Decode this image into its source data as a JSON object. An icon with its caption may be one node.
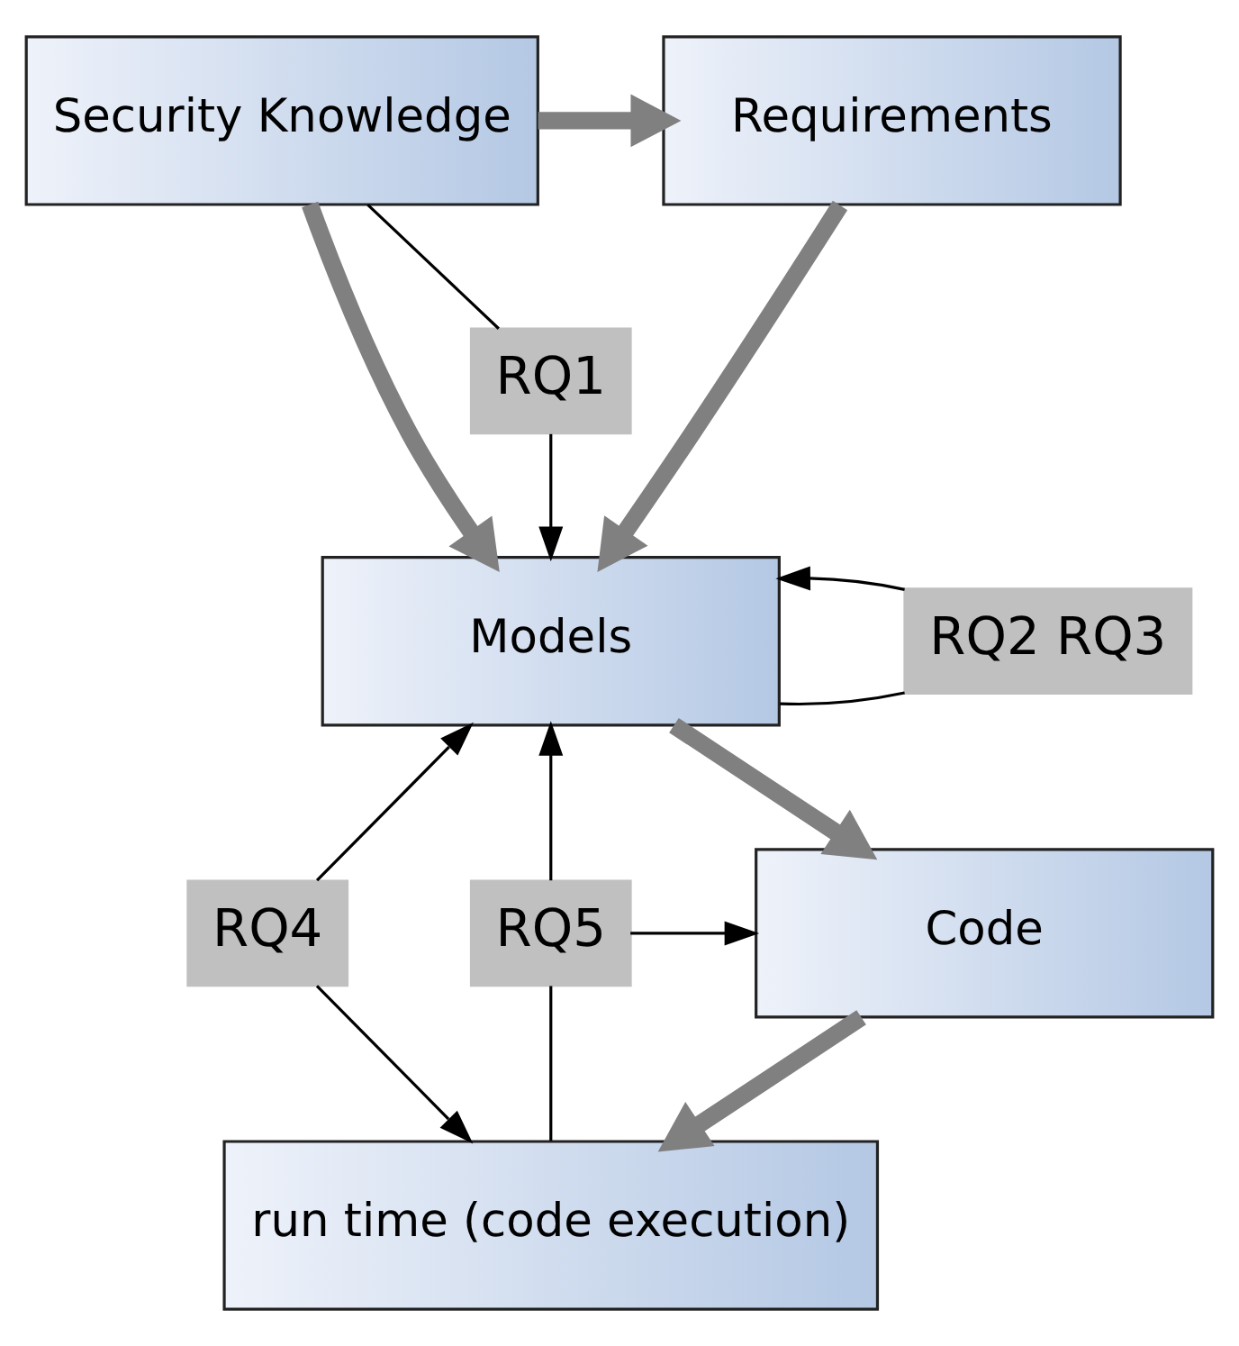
{
  "diagram": {
    "nodes": [
      {
        "text": [
          "Requirements"
        ]
      },
      {
        "text": [
          "Security Knowledge"
        ]
      },
      {
        "text": [
          "Models"
        ]
      },
      {
        "text": [
          "Code"
        ]
      },
      {
        "text": [
          "run time (code execution)"
        ]
      },
      {
        "text": [
          "RQ1"
        ]
      },
      {
        "text": [
          "RQ2 RQ3"
        ]
      },
      {
        "text": [
          "RQ4"
        ]
      },
      {
        "text": [
          "RQ5"
        ]
      }
    ],
    "edges": [
      {
        "from": 1,
        "to": 0,
        "arrow": "to",
        "style": "thick",
        "color": "#808080"
      },
      {
        "from": 1,
        "to": 2,
        "arrow": "to",
        "style": "thick",
        "color": "#808080"
      },
      {
        "from": 0,
        "to": 2,
        "arrow": "to",
        "style": "thick",
        "color": "#808080"
      },
      {
        "from": 2,
        "to": 3,
        "arrow": "to",
        "style": "thick",
        "color": "#808080"
      },
      {
        "from": 3,
        "to": 4,
        "arrow": "to",
        "style": "thick",
        "color": "#808080"
      },
      {
        "from": 1,
        "to": 5,
        "arrow": "none"
      },
      {
        "from": 5,
        "to": 2,
        "arrow": "to"
      },
      {
        "from": 2,
        "to": 6,
        "arrow": "none"
      },
      {
        "from": 6,
        "to": 2,
        "arrow": "to"
      },
      {
        "from": 7,
        "to": 2,
        "arrow": "to"
      },
      {
        "from": 7,
        "to": 4,
        "arrow": "to"
      },
      {
        "from": 4,
        "to": 8,
        "arrow": "none"
      },
      {
        "from": 8,
        "to": 2,
        "arrow": "to"
      },
      {
        "from": 8,
        "to": 3,
        "arrow": "to"
      }
    ]
  }
}
